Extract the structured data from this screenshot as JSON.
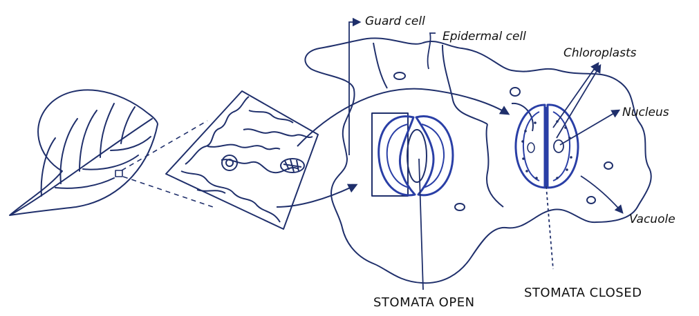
{
  "labels": {
    "guard_cell": "Guard cell",
    "epidermal_cell": "Epidermal cell",
    "chloroplasts": "Chloroplasts",
    "nucleus": "Nucleus",
    "vacuole": "Vacuole",
    "stomata_open": "STOMATA OPEN",
    "stomata_closed": "STOMATA CLOSED"
  },
  "colors": {
    "ink": "#1f2f6b",
    "text": "#111111",
    "guard_cell_blue": "#2a3fa6",
    "fill": "#ffffff"
  }
}
